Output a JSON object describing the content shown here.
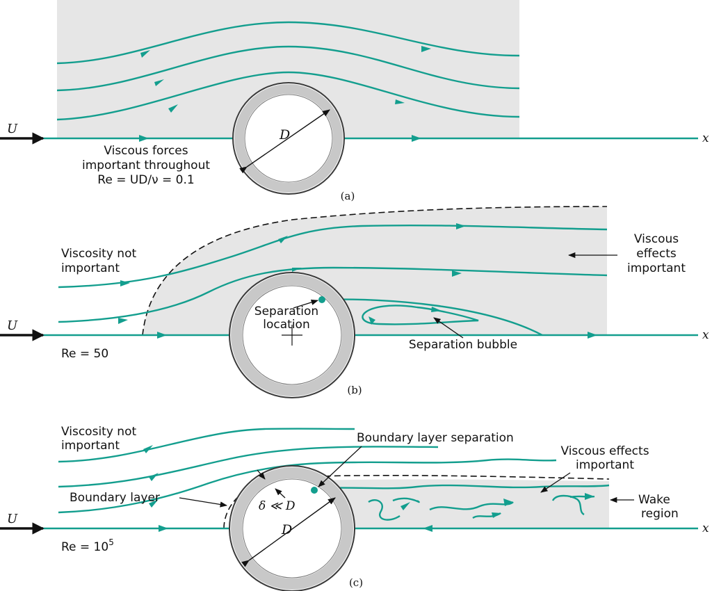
{
  "colors": {
    "streamline": "#139e8e",
    "region": "#e6e6e6",
    "cylinder_ring": "#c8c8c8",
    "ink": "#111111"
  },
  "panel_a": {
    "caption": "(a)",
    "U": "U",
    "x": "x",
    "D": "D",
    "text_line1": "Viscous forces",
    "text_line2": "important throughout",
    "text_line3": "Re = UD/ν = 0.1"
  },
  "panel_b": {
    "caption": "(b)",
    "U": "U",
    "x": "x",
    "viscosity_line1": "Viscosity not",
    "viscosity_line2": "important",
    "effects_line1": "Viscous",
    "effects_line2": "effects",
    "effects_line3": "important",
    "sep_line1": "Separation",
    "sep_line2": "location",
    "bubble": "Separation bubble",
    "re": "Re = 50"
  },
  "panel_c": {
    "caption": "(c)",
    "U": "U",
    "x": "x",
    "D": "D",
    "delta": "δ ≪ D",
    "viscosity_line1": "Viscosity not",
    "viscosity_line2": "important",
    "bl_separation": "Boundary layer separation",
    "effects_line1": "Viscous effects",
    "effects_line2": "important",
    "boundary_layer": "Boundary layer",
    "wake_line1": "Wake",
    "wake_line2": "region",
    "re_prefix": "Re = 10",
    "re_exp": "5"
  }
}
